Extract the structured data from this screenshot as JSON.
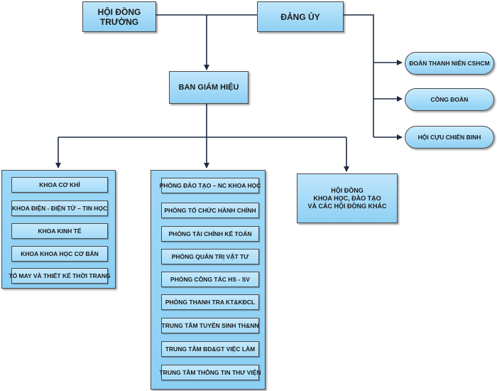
{
  "hoi_dong_truong": "HỘI ĐỒNG TRƯỜNG",
  "dang_uy": "ĐẢNG ỦY",
  "ban_giam_hieu": "BAN GIÁM HIỆU",
  "right_units": [
    "ĐOÀN THANH NIÊN CSHCM",
    "CÔNG ĐOÀN",
    "HỘI CỰU CHIẾN BINH"
  ],
  "faculties": [
    "KHOA CƠ KHÍ",
    "KHOA ĐIỆN - ĐIỆN TỬ – TIN HỌC",
    "KHOA KINH TẾ",
    "KHOA KHOA HỌC CƠ BẢN",
    "TỔ MAY VÀ THIẾT KẾ THỜI TRANG"
  ],
  "offices": [
    "PHÒNG ĐÀO TẠO – NC KHOA HỌC",
    "PHÒNG TỔ CHỨC HÀNH CHÍNH",
    "PHÒNG TÀI CHÍNH  KẾ TOÁN",
    "PHÒNG QUẢN TRỊ VẬT TƯ",
    "PHÒNG CÔNG TÁC HS - SV",
    "PHÒNG THANH TRA KT&KĐCL",
    "TRUNG TÂM TUYỂN SINH TH&NN",
    "TRUNG TÂM BD&GT VIỆC LÀM",
    "TRUNG TÂM THÔNG TIN THƯ VIỆN"
  ],
  "council": [
    "HỘI ĐỒNG",
    "KHOA HỌC, ĐÀO TẠO",
    "VÀ CÁC HỘI ĐỒNG KHÁC"
  ]
}
